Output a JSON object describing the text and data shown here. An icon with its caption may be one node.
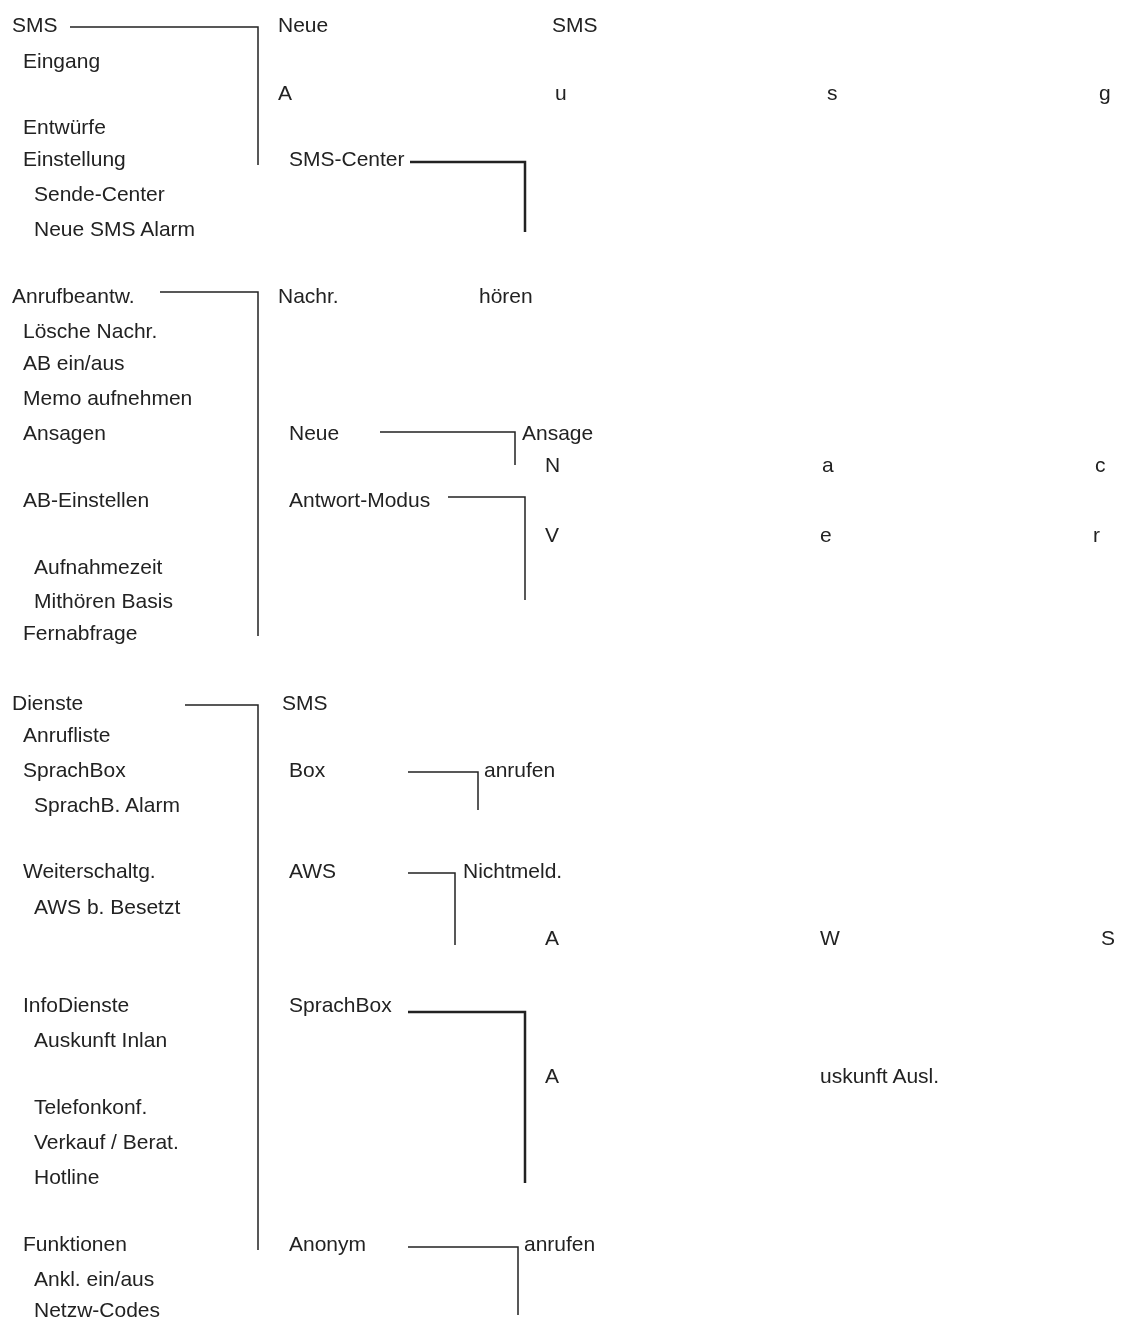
{
  "diagram": {
    "labels": [
      "SMS",
      "Neue",
      "SMS",
      "Eingang",
      "A",
      "u",
      "s",
      "g",
      "Entwürfe",
      "Einstellung",
      "SMS-Center",
      "Sende-Center",
      "Neue SMS Alarm",
      "Anrufbeantw.",
      "Nachr.",
      "hören",
      "Lösche Nachr.",
      "AB ein/aus",
      "Memo aufnehmen",
      "Ansagen",
      "Neue",
      "Ansage",
      "N",
      "a",
      "c",
      "AB-Einstellen",
      "Antwort-Modus",
      "V",
      "e",
      "r",
      "Aufnahmezeit",
      "Mithören Basis",
      "Fernabfrage",
      "Dienste",
      "SMS",
      "Anrufliste",
      "SprachBox",
      "Box",
      "anrufen",
      "SprachB. Alarm",
      "Weiterschaltg.",
      "AWS",
      "Nichtmeld.",
      "AWS b. Besetzt",
      "A",
      "W",
      "S",
      "InfoDienste",
      "SprachBox",
      "Auskunft Inlan",
      "A",
      "uskunft Ausl.",
      "Telefonkonf.",
      "Verkauf / Berat.",
      "Hotline",
      "Funktionen",
      "Anonym",
      "anrufen",
      "Ankl. ein/aus",
      "Netzw-Codes"
    ]
  }
}
